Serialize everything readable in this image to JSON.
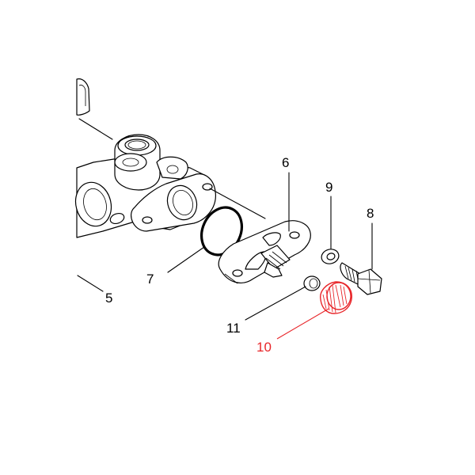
{
  "diagram": {
    "highlight_color": "#e8262a",
    "line_color": "#000000",
    "callouts": [
      {
        "id": "5",
        "label": "5"
      },
      {
        "id": "6",
        "label": "6"
      },
      {
        "id": "7",
        "label": "7"
      },
      {
        "id": "8",
        "label": "8"
      },
      {
        "id": "9",
        "label": "9"
      },
      {
        "id": "10",
        "label": "10",
        "highlighted": true
      },
      {
        "id": "11",
        "label": "11"
      }
    ]
  }
}
